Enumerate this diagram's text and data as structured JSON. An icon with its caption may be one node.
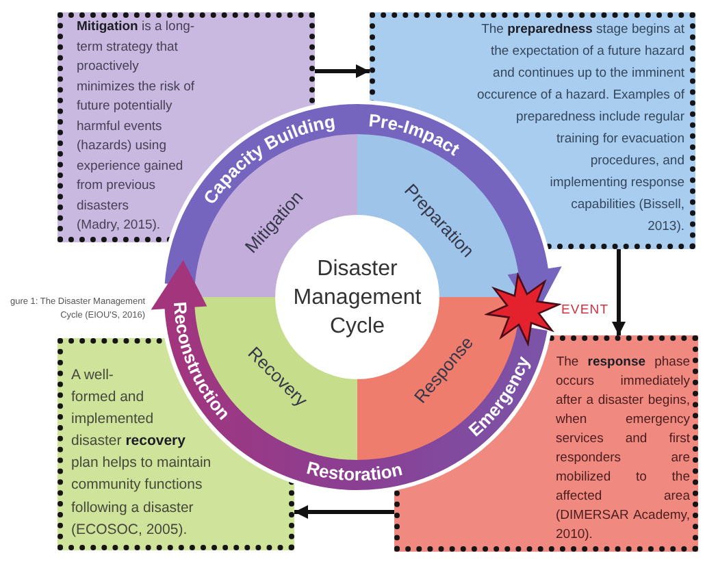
{
  "diagram": {
    "caption": "gure 1: The Disaster Management Cycle (EIOU'S, 2016)",
    "nodes": [
      {
        "text": [
          "**Mitigation** is a long-term strategy that proactively minimizes the risk of future potentially harmful events (hazards) using experience gained from previous disasters (Madry, 2015)."
        ]
      },
      {
        "text": [
          "The **preparedness** stage begins at the expectation of a future hazard and continues up to the imminent occurence of a hazard. Examples of preparedness include regular training for evacuation procedures, and implementing response capabilities (Bissell, 2013)."
        ]
      },
      {
        "text": [
          "Mitigation"
        ]
      },
      {
        "text": [
          "Preparation"
        ]
      },
      {
        "text": [
          "Disaster Management Cycle"
        ]
      },
      {
        "text": [
          "Recovery"
        ]
      },
      {
        "text": [
          "Response"
        ]
      },
      {
        "text": [
          "A well-formed and implemented disaster **recovery** plan helps to maintain community functions following a disaster (ECOSOC, 2005)."
        ]
      },
      {
        "text": [
          "The **response** phase occurs immediately after a disaster begins, when emergency services and first responders are mobilized to the affected area (DIMERSAR Academy, 2010)."
        ]
      }
    ],
    "edges": [
      {
        "from": 0,
        "to": 1,
        "arrow": "to"
      },
      {
        "from": 1,
        "to": 8,
        "arrow": "to"
      },
      {
        "from": 8,
        "to": 7,
        "arrow": "to"
      }
    ],
    "labels": [
      "Capacity Building",
      "Pre-Impact",
      "EVENT",
      "Reconstruction",
      "Emergency",
      "Restoration"
    ]
  }
}
